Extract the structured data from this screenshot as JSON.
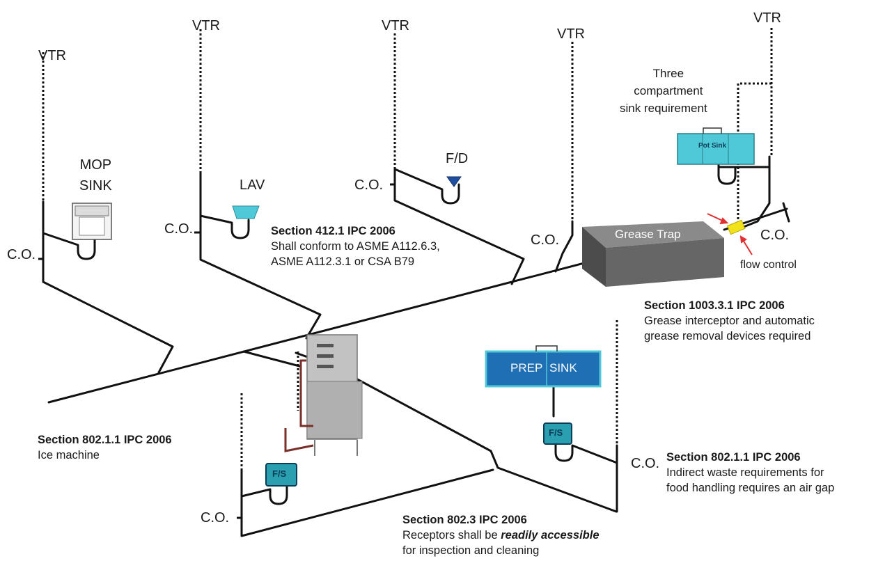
{
  "labels": {
    "vtr": "VTR",
    "co": "C.O.",
    "mop_sink": [
      "MOP",
      "SINK"
    ],
    "lav": "LAV",
    "fd": "F/D",
    "three_compartment": [
      "Three",
      "compartment",
      "sink requirement"
    ],
    "pot_sink": "Pot Sink",
    "grease_trap": "Grease Trap",
    "flow_control": "flow control",
    "prep_sink_left": "PREP",
    "prep_sink_right": "SINK",
    "fs": "F/S"
  },
  "sections": {
    "s412": {
      "heading": "Section 412.1 IPC 2006",
      "line1": "Shall conform to ASME A112.6.3,",
      "line2": "ASME A112.3.1 or CSA B79"
    },
    "s1003": {
      "heading": "Section 1003.3.1 IPC 2006",
      "line1": "Grease interceptor and automatic",
      "line2": "grease removal devices required"
    },
    "s802_ice": {
      "heading": "Section 802.1.1 IPC 2006",
      "line1": "Ice machine"
    },
    "s802_indirect": {
      "heading": "Section 802.1.1 IPC 2006",
      "line1": "Indirect waste requirements for",
      "line2": "food handling requires an air gap"
    },
    "s802_3": {
      "heading": "Section 802.3 IPC 2006",
      "line1_pre": "Receptors shall be ",
      "line1_em": "readily accessible",
      "line2": "for inspection and cleaning"
    }
  },
  "colors": {
    "pipe": "#111111",
    "sink_blue": "#4fc9d8",
    "prep_blue": "#1f6fb5",
    "grease_trap": "#6b6b6b",
    "flow_control": "#f2e21a",
    "arrow_red": "#e03030",
    "ice_machine": "#b9b9b9",
    "fs_box": "#2a9fb0"
  }
}
